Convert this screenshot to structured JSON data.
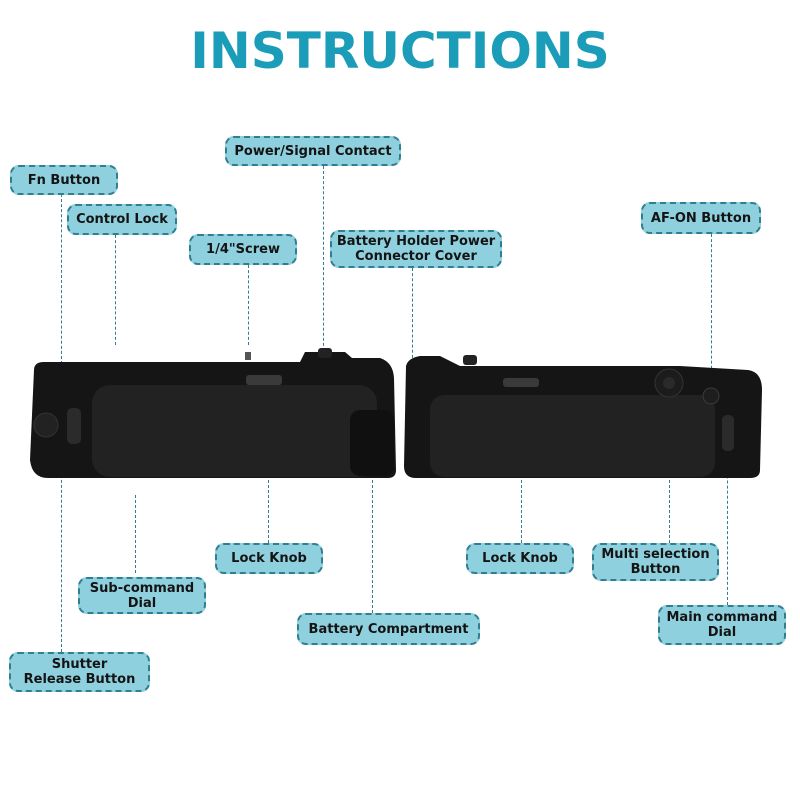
{
  "title": "INSTRUCTIONS",
  "colors": {
    "title": "#1b9cb8",
    "label_fill": "#8fd0df",
    "label_border": "#2f7f90",
    "label_text": "#141414",
    "device_body": "#151515"
  },
  "labels": {
    "power_signal_contact": "Power/Signal Contact",
    "fn_button": "Fn Button",
    "control_lock": "Control Lock",
    "screw": "1/4\"Screw",
    "battery_holder_cover_l1": "Battery Holder Power",
    "battery_holder_cover_l2": "Connector Cover",
    "af_on_button": "AF-ON Button",
    "lock_knob_left": "Lock Knob",
    "lock_knob_right": "Lock Knob",
    "multi_selection_l1": "Multi selection",
    "multi_selection_l2": "Button",
    "sub_command_l1": "Sub-command",
    "sub_command_l2": "Dial",
    "battery_compartment": "Battery Compartment",
    "main_command_l1": "Main command",
    "main_command_l2": "Dial",
    "shutter_l1": "Shutter",
    "shutter_l2": "Release Button"
  },
  "devices": [
    {
      "name": "battery-grip-front-view"
    },
    {
      "name": "battery-grip-back-view"
    }
  ]
}
